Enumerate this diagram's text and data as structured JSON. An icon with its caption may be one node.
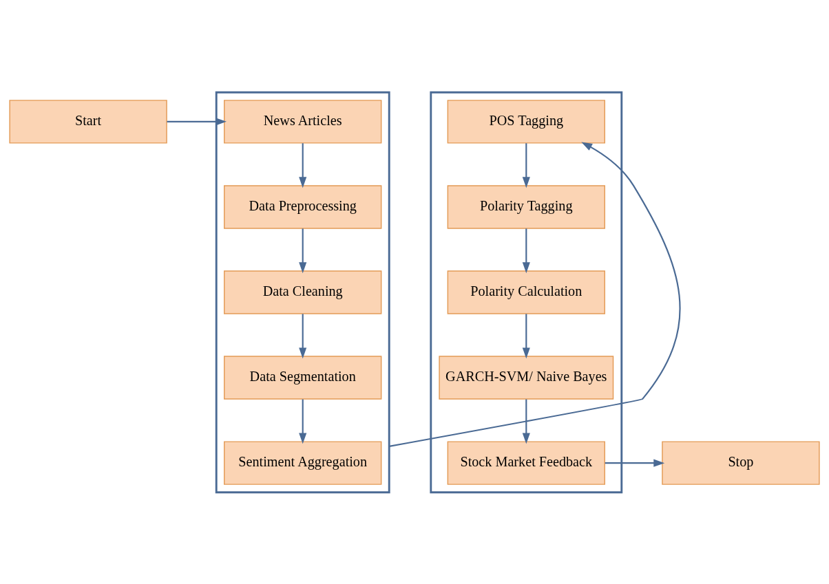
{
  "diagram": {
    "nodes": [
      {
        "text": [
          "Start"
        ]
      },
      {
        "text": [],
        "shape": "box"
      },
      {
        "text": [
          "News Articles"
        ],
        "in": 1
      },
      {
        "text": [
          "Data Preprocessing"
        ],
        "in": 1
      },
      {
        "text": [
          "Data Cleaning"
        ],
        "in": 1
      },
      {
        "text": [
          "Data Segmentation"
        ],
        "in": 1
      },
      {
        "text": [
          "Sentiment Aggregation"
        ],
        "in": 1
      },
      {
        "text": [],
        "shape": "box"
      },
      {
        "text": [
          "POS Tagging"
        ],
        "in": 7
      },
      {
        "text": [
          "Polarity Tagging"
        ],
        "in": 7
      },
      {
        "text": [
          "Polarity Calculation"
        ],
        "in": 7
      },
      {
        "text": [
          "GARCH-SVM/ Naive Bayes"
        ],
        "in": 7
      },
      {
        "text": [
          "Stock Market Feedback"
        ],
        "in": 7
      },
      {
        "text": [
          "Stop"
        ]
      }
    ],
    "edges": [
      {
        "from": 0,
        "to": 2,
        "arrow": "to"
      },
      {
        "from": 2,
        "to": 3,
        "arrow": "to"
      },
      {
        "from": 3,
        "to": 4,
        "arrow": "to"
      },
      {
        "from": 4,
        "to": 5,
        "arrow": "to"
      },
      {
        "from": 5,
        "to": 6,
        "arrow": "to"
      },
      {
        "from": 1,
        "to": 8,
        "arrow": "to"
      },
      {
        "from": 8,
        "to": 9,
        "arrow": "to"
      },
      {
        "from": 9,
        "to": 10,
        "arrow": "to"
      },
      {
        "from": 10,
        "to": 11,
        "arrow": "to"
      },
      {
        "from": 11,
        "to": 12,
        "arrow": "to"
      },
      {
        "from": 12,
        "to": 13,
        "arrow": "to"
      }
    ]
  }
}
